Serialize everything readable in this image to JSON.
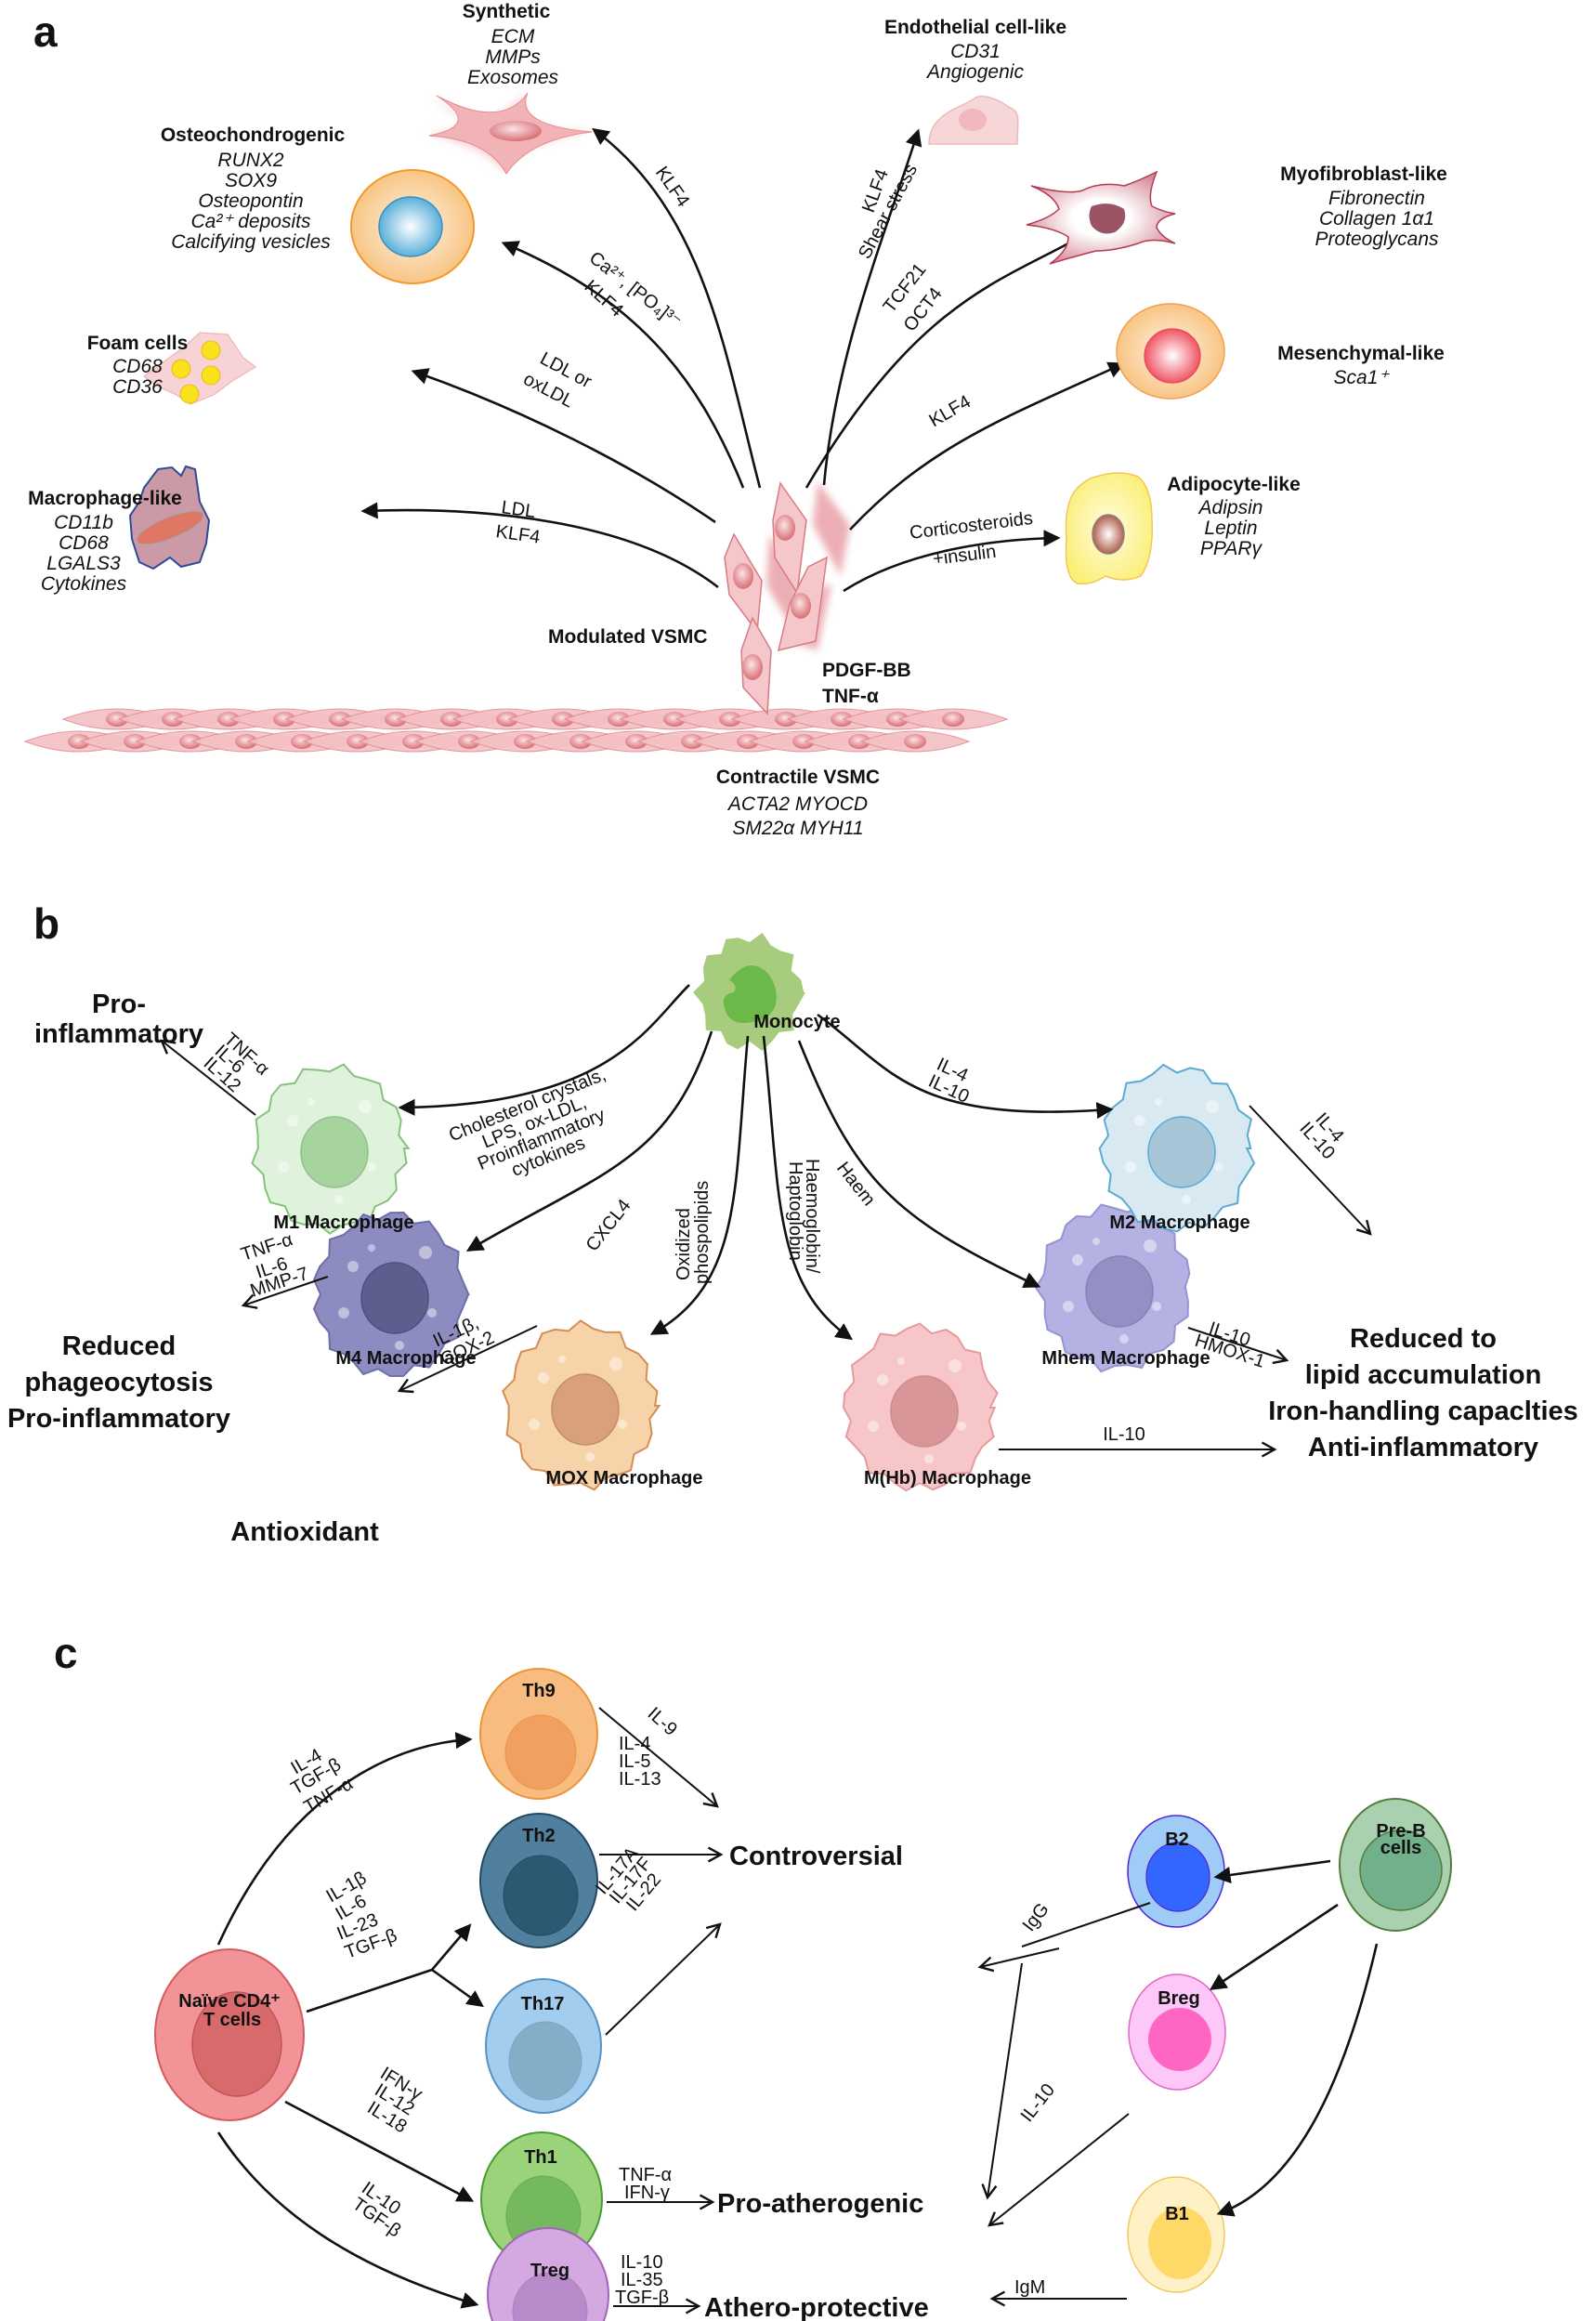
{
  "panel_a": {
    "letter": "a",
    "center": {
      "label": "Modulated VSMC",
      "stimuli": [
        "PDGF-BB",
        "TNF-α"
      ]
    },
    "base": {
      "label": "Contractile VSMC",
      "markers_row1": "ACTA2  MYOCD",
      "markers_row2": "SM22α  MYH11"
    },
    "phenotypes": [
      {
        "id": "synthetic",
        "title": "Synthetic",
        "markers": [
          "ECM",
          "MMPs",
          "Exosomes"
        ],
        "arrow_labels": [
          "KLF4"
        ]
      },
      {
        "id": "osteochondrogenic",
        "title": "Osteochondrogenic",
        "markers": [
          "RUNX2",
          "SOX9",
          "Osteopontin",
          "Ca²⁺ deposits",
          "Calcifying vesicles"
        ],
        "arrow_labels": [
          "Ca²⁺, [PO₄]³⁻",
          "KLF4"
        ]
      },
      {
        "id": "foam",
        "title": "Foam cells",
        "markers": [
          "CD68",
          "CD36"
        ],
        "arrow_labels": [
          "LDL or",
          "oxLDL"
        ]
      },
      {
        "id": "macrophage-like",
        "title": "Macrophage-like",
        "markers": [
          "CD11b",
          "CD68",
          "LGALS3",
          "Cytokines"
        ],
        "arrow_labels": [
          "LDL",
          "KLF4"
        ]
      },
      {
        "id": "endothelial",
        "title": "Endothelial cell-like",
        "markers": [
          "CD31",
          "Angiogenic"
        ],
        "arrow_labels": [
          "KLF4",
          "Shear stress"
        ]
      },
      {
        "id": "myofibroblast",
        "title": "Myofibroblast-like",
        "markers": [
          "Fibronectin",
          "Collagen 1α1",
          "Proteoglycans"
        ],
        "arrow_labels": [
          "TCF21",
          "OCT4"
        ]
      },
      {
        "id": "mesenchymal",
        "title": "Mesenchymal-like",
        "markers": [
          "Sca1⁺"
        ],
        "arrow_labels": [
          "KLF4"
        ]
      },
      {
        "id": "adipocyte",
        "title": "Adipocyte-like",
        "markers": [
          "Adipsin",
          "Leptin",
          "PPARγ"
        ],
        "arrow_labels": [
          "Corticosteroids",
          "+insulin"
        ]
      }
    ]
  },
  "panel_b": {
    "letter": "b",
    "source": "Monocyte",
    "macrophages": [
      {
        "id": "m1",
        "label": "M1 Macrophage",
        "input": [
          "Cholesterol crystals,",
          "LPS, ox-LDL,",
          "Proinflammatory",
          "cytokines"
        ],
        "output": [
          "TNF-α",
          "IL-6",
          "IL-12"
        ],
        "outcome": [
          "Pro-",
          "inflammatory"
        ]
      },
      {
        "id": "m4",
        "label": "M4 Macrophage",
        "input": [
          "CXCL4"
        ],
        "output": [
          "TNF-α",
          "IL-6",
          "MMP-7"
        ],
        "outcome": [
          "Reduced",
          "phageocytosis",
          "Pro-inflammatory"
        ]
      },
      {
        "id": "mox",
        "label": "MOX Macrophage",
        "input": [
          "Oxidized",
          "phospolipids"
        ],
        "output": [
          "IL-1β,",
          "COX-2"
        ],
        "outcome": [
          "Antioxidant"
        ]
      },
      {
        "id": "mhb",
        "label": "M(Hb) Macrophage",
        "input": [
          "Haemoglobin/",
          "Haptoglobin"
        ],
        "output": [
          "IL-10"
        ]
      },
      {
        "id": "mhem",
        "label": "Mhem Macrophage",
        "input": [
          "Haem"
        ],
        "output": [
          "IL-10",
          "HMOX-1"
        ]
      },
      {
        "id": "m2",
        "label": "M2 Macrophage",
        "input": [
          "IL-4",
          "IL-10"
        ],
        "output": [
          "IL-4",
          "IL-10"
        ]
      }
    ],
    "shared_outcome": [
      "Reduced to",
      "lipid accumulation",
      "Iron-handling capaclties",
      "Anti-inflammatory"
    ]
  },
  "panel_c": {
    "letter": "c",
    "naive": [
      "Naïve CD4⁺",
      "T cells"
    ],
    "t_cells": [
      {
        "id": "th9",
        "label": "Th9",
        "input": [
          "IL-4",
          "TGF-β",
          "TNF-α"
        ],
        "output": [
          "IL-9"
        ]
      },
      {
        "id": "th2",
        "label": "Th2",
        "output": [
          "IL-4",
          "IL-5",
          "IL-13"
        ]
      },
      {
        "id": "th17",
        "label": "Th17",
        "output": [
          "IL-17A",
          "IL-17F",
          "IL-22"
        ]
      },
      {
        "id": "th1",
        "label": "Th1",
        "input": [
          "IFN-γ",
          "IL-12",
          "IL-18"
        ],
        "output": [
          "TNF-α",
          "IFN-γ"
        ]
      },
      {
        "id": "treg",
        "label": "Treg",
        "input": [
          "IL-10",
          "TGF-β"
        ],
        "output": [
          "IL-10",
          "IL-35",
          "TGF-β"
        ]
      }
    ],
    "th2_th17_input": [
      "IL-1β",
      "IL-6",
      "IL-23",
      "TGF-β"
    ],
    "b_cells": [
      {
        "id": "preb",
        "label": [
          "Pre-B",
          "cells"
        ]
      },
      {
        "id": "b2",
        "label": "B2",
        "output": "IgG"
      },
      {
        "id": "breg",
        "label": "Breg",
        "output": "IL-10"
      },
      {
        "id": "b1",
        "label": "B1",
        "output": "IgM"
      }
    ],
    "outcomes": {
      "controversial": "Controversial",
      "pro_atherogenic": "Pro-atherogenic",
      "athero_protective": "Athero-protective"
    }
  }
}
